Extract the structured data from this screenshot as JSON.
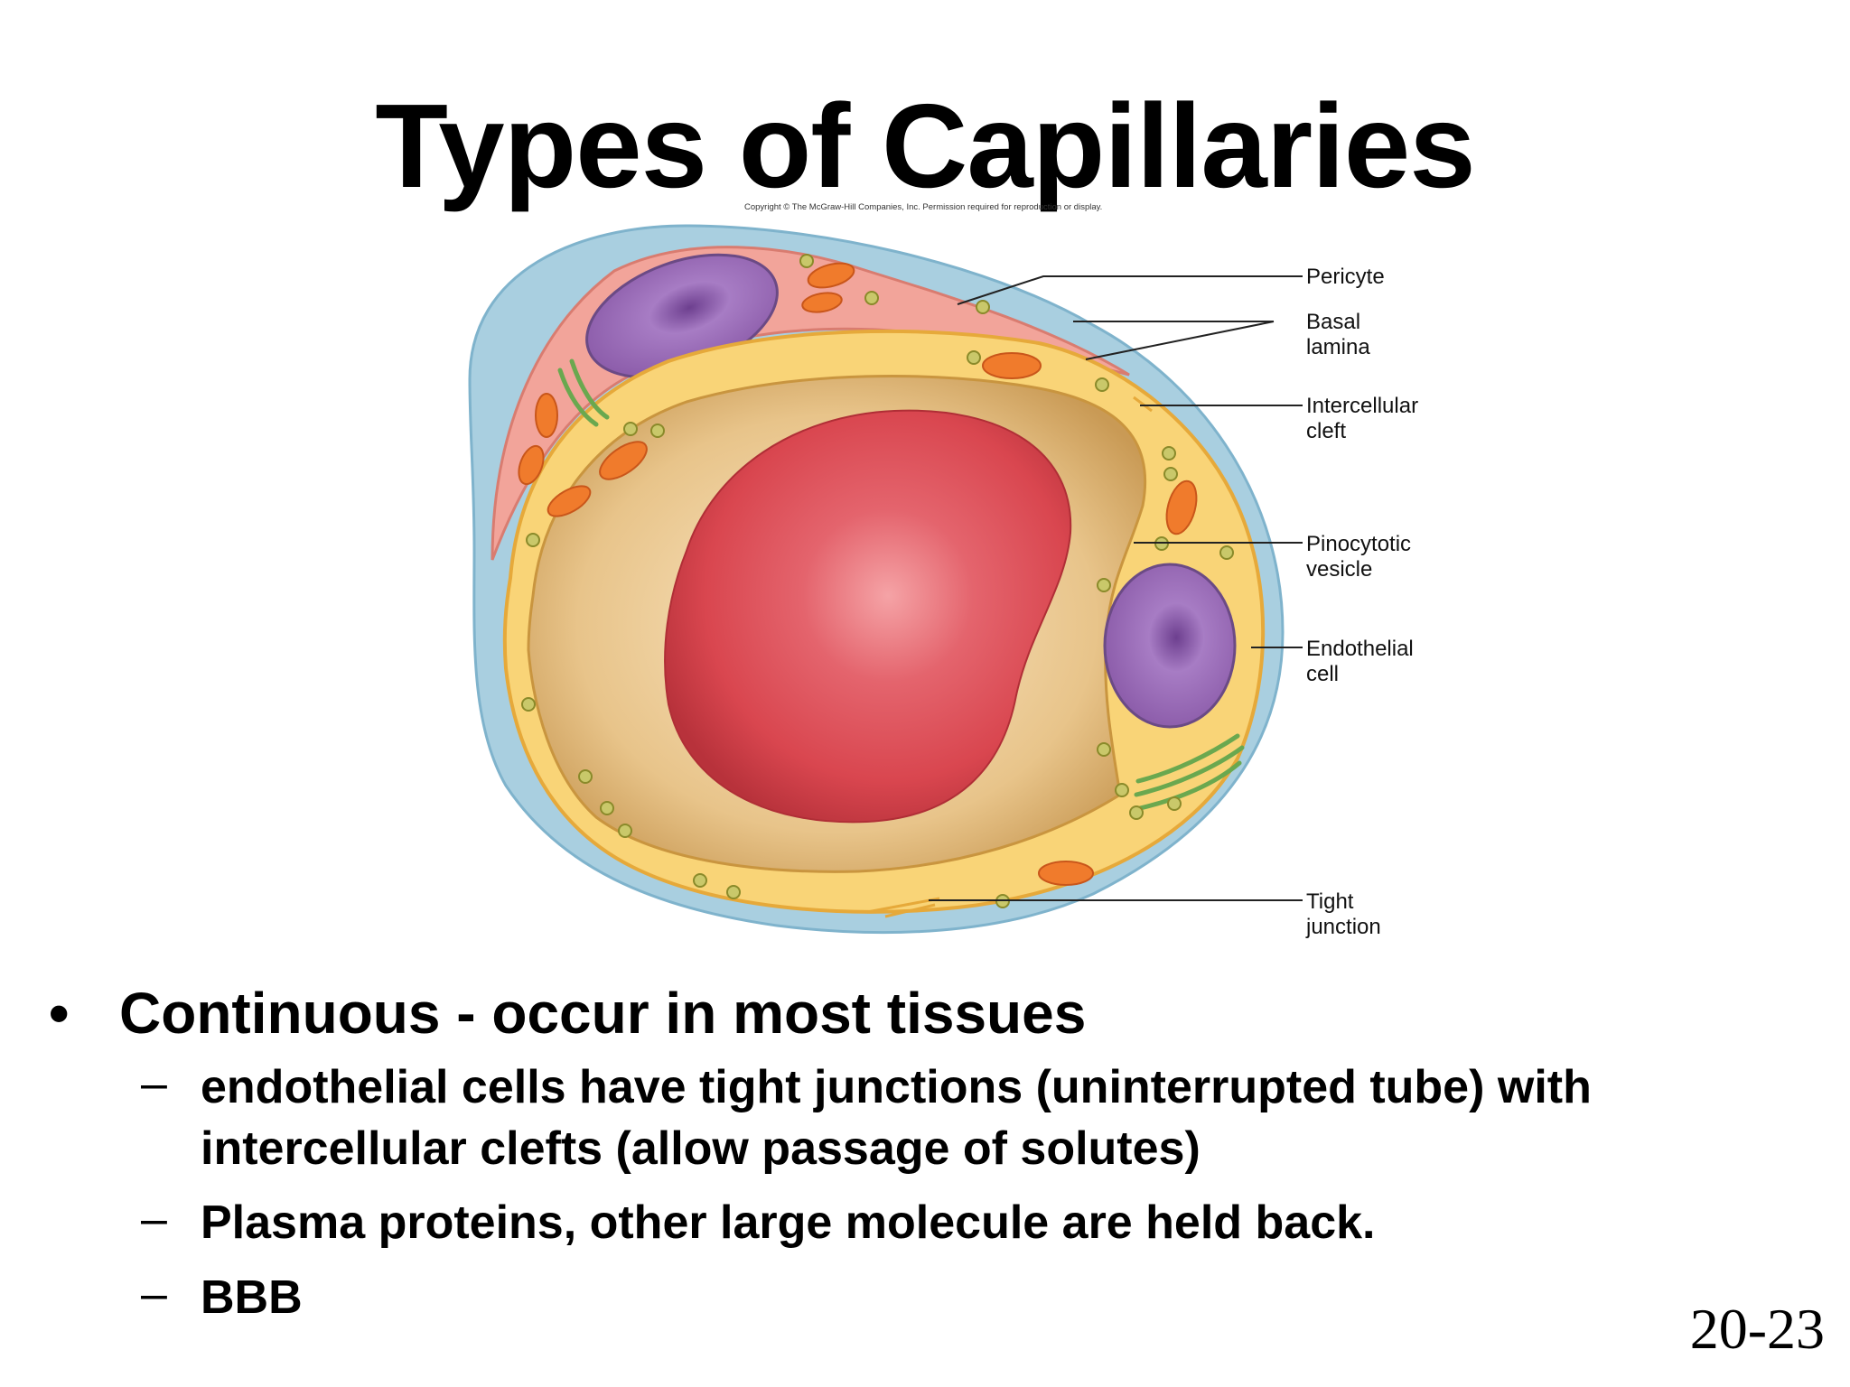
{
  "slide": {
    "title": "Types of Capillaries",
    "copyright": "Copyright © The McGraw-Hill Companies, Inc. Permission required for reproduction or display.",
    "slide_number": "20-23"
  },
  "diagram": {
    "labels": {
      "pericyte": "Pericyte",
      "basal_lamina": "Basal\nlamina",
      "intercellular_cleft": "Intercellular\ncleft",
      "pinocytotic_vesicle": "Pinocytotic\nvesicle",
      "endothelial_cell": "Endothelial\ncell",
      "tight_junction": "Tight\njunction"
    },
    "colors": {
      "basal_lamina": "#a9cfe0",
      "pericyte": "#f2a49a",
      "endothelium": "#f9d477",
      "lumen": "#e6c890",
      "red_blood_cell": "#d9464f",
      "nucleus": "#9b6fb5",
      "mitochondria": "#f07b2c",
      "golgi": "#6aa84f"
    }
  },
  "content": {
    "bullet_symbol": "•",
    "dash_symbol": "–",
    "main_bullet": "Continuous - occur in most tissues",
    "sub_bullets": [
      "endothelial cells have tight junctions (uninterrupted tube) with intercellular clefts (allow passage of solutes)",
      "Plasma proteins, other large molecule are held back.",
      "BBB"
    ]
  }
}
